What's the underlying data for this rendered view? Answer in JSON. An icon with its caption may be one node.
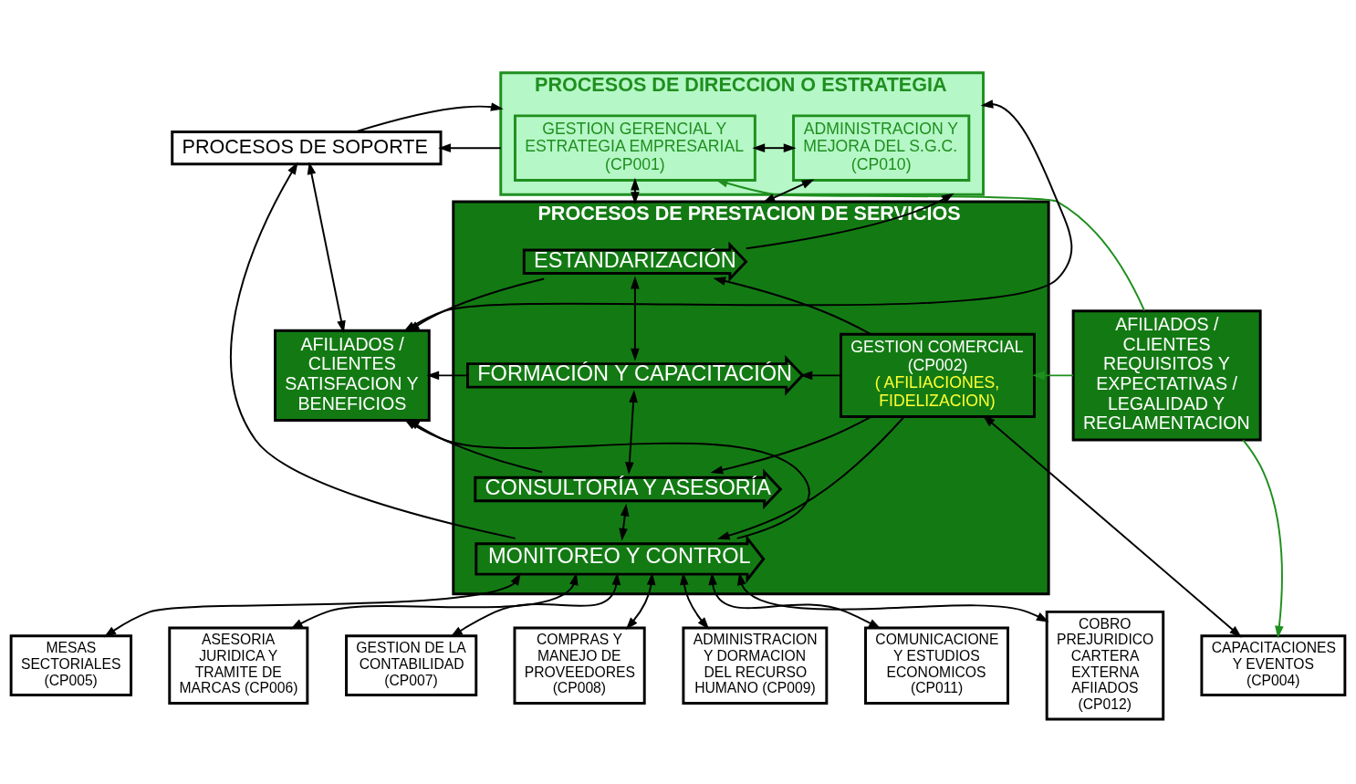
{
  "diagram": {
    "nodes": [
      {
        "text": [
          "AFILIADOS / CLIENTES",
          "REQUISITOS Y EXPECTATIVAS / LEGALIDAD Y REGLAMENTACION"
        ]
      },
      {
        "text": [
          "PROCESOS DE DIRECCION O ESTRATEGIA"
        ]
      },
      {
        "text": [
          "GESTION GERENCIAL Y ESTRATEGIA EMPRESARIAL (CP001)"
        ],
        "in": 1
      },
      {
        "text": [
          "ADMINISTRACION Y MEJORA DEL S.G.C. (CP010)"
        ],
        "in": 1
      },
      {
        "text": [
          "PROCESOS DE PRESTACION DE SERVICIOS"
        ]
      },
      {
        "text": [
          "GESTION COMERCIAL",
          "(CP002)",
          "( AFILIACIONES, FIDELIZACION)"
        ],
        "in": 4
      },
      {
        "text": [
          "ESTANDARIZACIÓN"
        ],
        "in": 4
      },
      {
        "text": [
          "FORMACIÓN Y CAPACITACIÓN"
        ],
        "in": 4
      },
      {
        "text": [
          "CONSULTORÍA Y ASESORÍA"
        ],
        "in": 4
      },
      {
        "text": [
          "MONITOREO Y CONTROL"
        ],
        "in": 4
      },
      {
        "text": [
          "CAPACITACIONES Y EVENTOS (CP004)"
        ]
      },
      {
        "text": [
          "MESAS SECTORIALES (CP005)"
        ]
      },
      {
        "text": [
          "ASESORIA JURIDICA Y TRAMITE DE MARCAS (CP006)"
        ]
      },
      {
        "text": [
          "GESTION DE LA CONTABILIDAD (CP007)"
        ]
      },
      {
        "text": [
          "COMPRAS Y MANEJO DE PROVEEDORES (CP008)"
        ]
      },
      {
        "text": [
          "ADMINISTRACION Y DORMACION DEL RECURSO HUMANO (CP009)"
        ]
      },
      {
        "text": [
          "COMUNICACIONE Y ESTUDIOS ECONOMICOS (CP011)"
        ]
      },
      {
        "text": [
          "COBRO PREJURIDICO CARTERA EXTERNA AFIIADOS (CP012)"
        ]
      },
      {
        "text": [
          "PROCESOS DE SOPORTE"
        ]
      },
      {
        "text": [
          "AFILIADOS / CLIENTES",
          "SATISFACION Y BENEFICIOS"
        ]
      }
    ],
    "edges": [
      {
        "from": 0,
        "to": 2,
        "arrow": "to",
        "color": "#1f8f1f"
      },
      {
        "from": 0,
        "to": 5,
        "arrow": "to",
        "color": "#1f8f1f"
      },
      {
        "from": 0,
        "to": 10,
        "arrow": "to",
        "color": "#1f8f1f"
      },
      {
        "from": 2,
        "to": 3,
        "arrow": "both"
      },
      {
        "from": 2,
        "to": 4,
        "arrow": "both"
      },
      {
        "from": 3,
        "to": 4,
        "arrow": "both"
      },
      {
        "from": 5,
        "to": 6,
        "arrow": "to"
      },
      {
        "from": 5,
        "to": 7,
        "arrow": "to"
      },
      {
        "from": 5,
        "to": 8,
        "arrow": "to"
      },
      {
        "from": 5,
        "to": 9,
        "arrow": "to"
      },
      {
        "from": 6,
        "to": 7,
        "arrow": "both"
      },
      {
        "from": 7,
        "to": 8,
        "arrow": "both"
      },
      {
        "from": 8,
        "to": 9,
        "arrow": "both"
      },
      {
        "from": 6,
        "to": 19,
        "arrow": "to"
      },
      {
        "from": 7,
        "to": 19,
        "arrow": "to"
      },
      {
        "from": 8,
        "to": 19,
        "arrow": "to"
      },
      {
        "from": 9,
        "to": 19,
        "arrow": "to"
      },
      {
        "from": 6,
        "to": 1,
        "arrow": "to"
      },
      {
        "from": 1,
        "to": 19,
        "arrow": "both"
      },
      {
        "from": 1,
        "to": 18,
        "arrow": "to"
      },
      {
        "from": 18,
        "to": 1,
        "arrow": "to"
      },
      {
        "from": 9,
        "to": 18,
        "arrow": "to"
      },
      {
        "from": 18,
        "to": 19,
        "arrow": "both"
      },
      {
        "from": 5,
        "to": 10,
        "arrow": "both"
      },
      {
        "from": 9,
        "to": 11,
        "arrow": "both"
      },
      {
        "from": 9,
        "to": 12,
        "arrow": "both"
      },
      {
        "from": 9,
        "to": 13,
        "arrow": "both"
      },
      {
        "from": 9,
        "to": 14,
        "arrow": "both"
      },
      {
        "from": 9,
        "to": 15,
        "arrow": "both"
      },
      {
        "from": 9,
        "to": 16,
        "arrow": "both"
      },
      {
        "from": 9,
        "to": 17,
        "arrow": "both"
      }
    ]
  }
}
